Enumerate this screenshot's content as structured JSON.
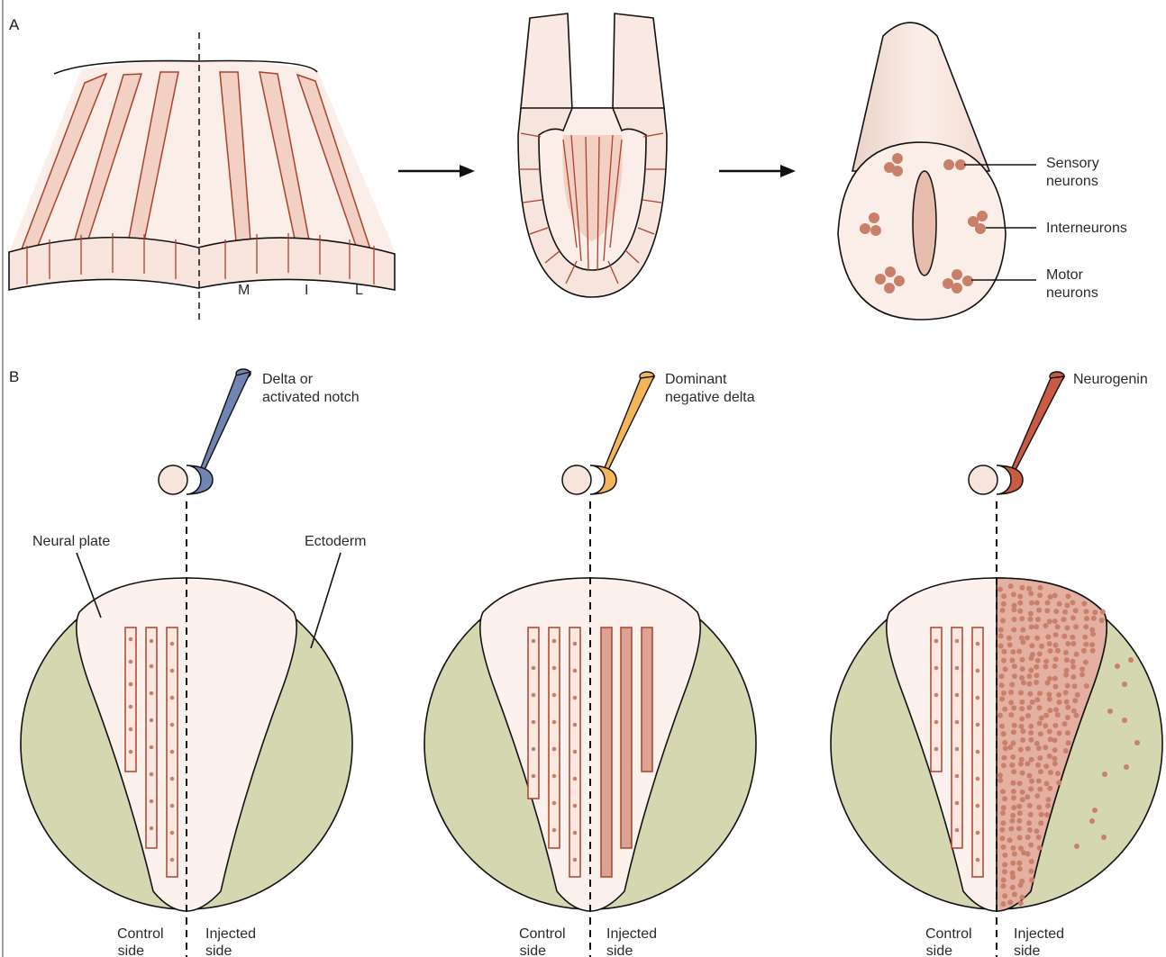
{
  "panel_a": {
    "letter": "A",
    "zone_labels": [
      "M",
      "I",
      "L"
    ],
    "cell_labels": {
      "sensory": [
        "Sensory",
        "neurons"
      ],
      "inter": [
        "Interneurons"
      ],
      "motor": [
        "Motor",
        "neurons"
      ]
    }
  },
  "panel_b": {
    "letter": "B",
    "tissue_labels": {
      "neural_plate": "Neural plate",
      "ectoderm": "Ectoderm"
    },
    "experiments": [
      {
        "injection": [
          "Delta or",
          "activated notch"
        ],
        "pipette_color": "#7284b4",
        "control": [
          "Control",
          "side"
        ],
        "injected": [
          "Injected",
          "side"
        ]
      },
      {
        "injection": [
          "Dominant",
          "negative delta"
        ],
        "pipette_color": "#f4b55a",
        "control": [
          "Control",
          "side"
        ],
        "injected": [
          "Injected",
          "side"
        ]
      },
      {
        "injection": [
          "Neurogenin"
        ],
        "pipette_color": "#c95a44",
        "control": [
          "Control",
          "side"
        ],
        "injected": [
          "Injected",
          "side"
        ]
      }
    ]
  },
  "colors": {
    "tissue": "#fbeee8",
    "cell_wall": "#a8422c",
    "neuron": "#c9806a",
    "ectoderm": "#d5d7b0",
    "plate": "#fcf1ec"
  }
}
